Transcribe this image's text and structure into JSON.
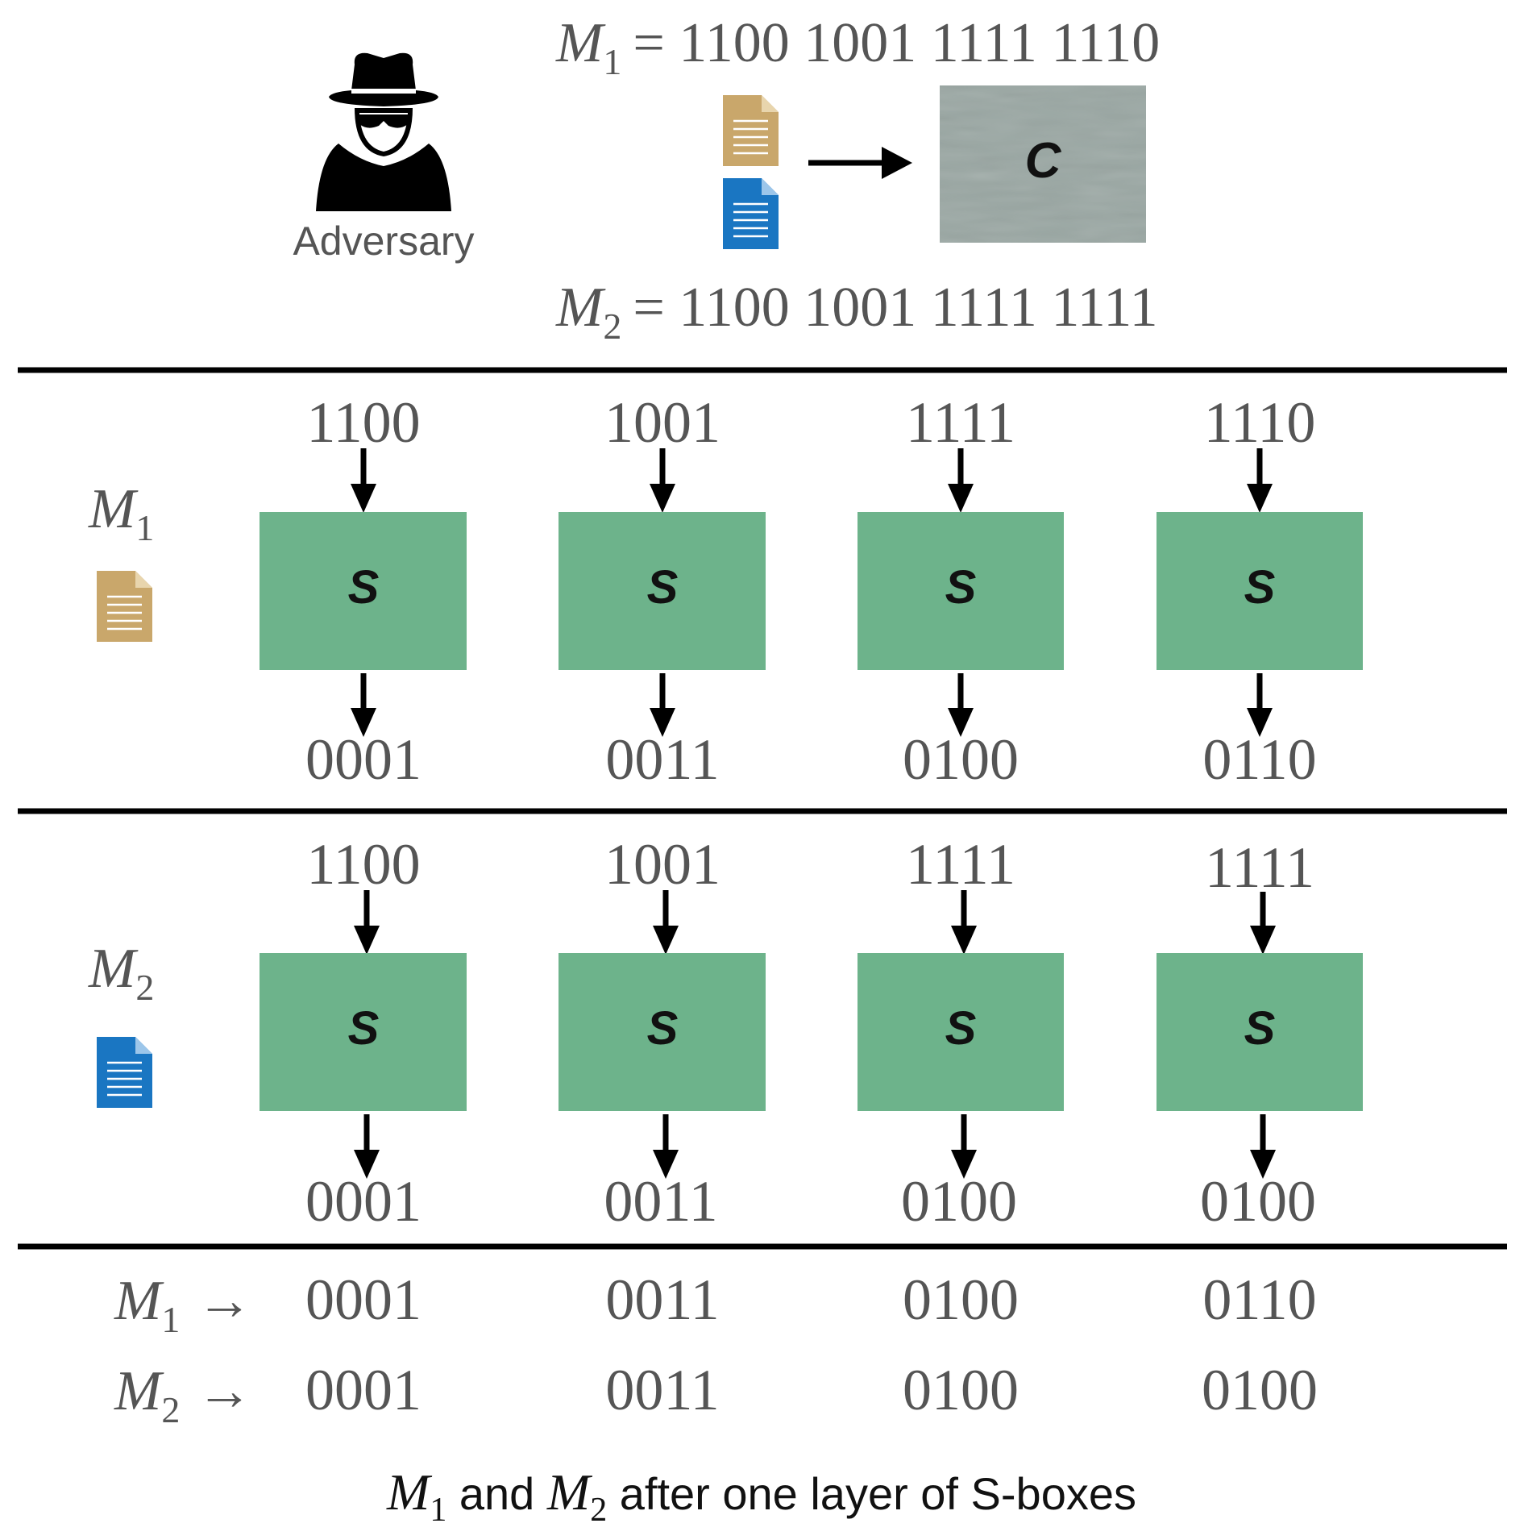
{
  "adversary": {
    "label": "Adversary",
    "icon": "spy-icon"
  },
  "messages": {
    "m1": {
      "symbol": "M",
      "subscript": "1",
      "equation": "= 1100 1001 1111 1110",
      "doc_color": "#c9a76b"
    },
    "m2": {
      "symbol": "M",
      "subscript": "2",
      "equation": "= 1100 1001 1111 1111",
      "doc_color": "#1a76c2"
    }
  },
  "cipher": {
    "label": "C",
    "color": "#9aa7a3"
  },
  "sbox": {
    "label": "S",
    "color": "#6db38b"
  },
  "rows": [
    {
      "symbol": "M",
      "subscript": "1",
      "inputs": [
        "1100",
        "1001",
        "1111",
        "1110"
      ],
      "outputs": [
        "0001",
        "0011",
        "0100",
        "0110"
      ]
    },
    {
      "symbol": "M",
      "subscript": "2",
      "inputs": [
        "1100",
        "1001",
        "1111",
        "1111"
      ],
      "outputs": [
        "0001",
        "0011",
        "0100",
        "0100"
      ]
    }
  ],
  "summary": [
    {
      "symbol": "M",
      "subscript": "1",
      "arrow": "→",
      "values": [
        "0001",
        "0011",
        "0100",
        "0110"
      ]
    },
    {
      "symbol": "M",
      "subscript": "2",
      "arrow": "→",
      "values": [
        "0001",
        "0011",
        "0100",
        "0100"
      ]
    }
  ],
  "caption": {
    "m1_symbol": "M",
    "m1_sub": "1",
    "and_text": " and ",
    "m2_symbol": "M",
    "m2_sub": "2",
    "rest": " after one layer of S-boxes"
  }
}
